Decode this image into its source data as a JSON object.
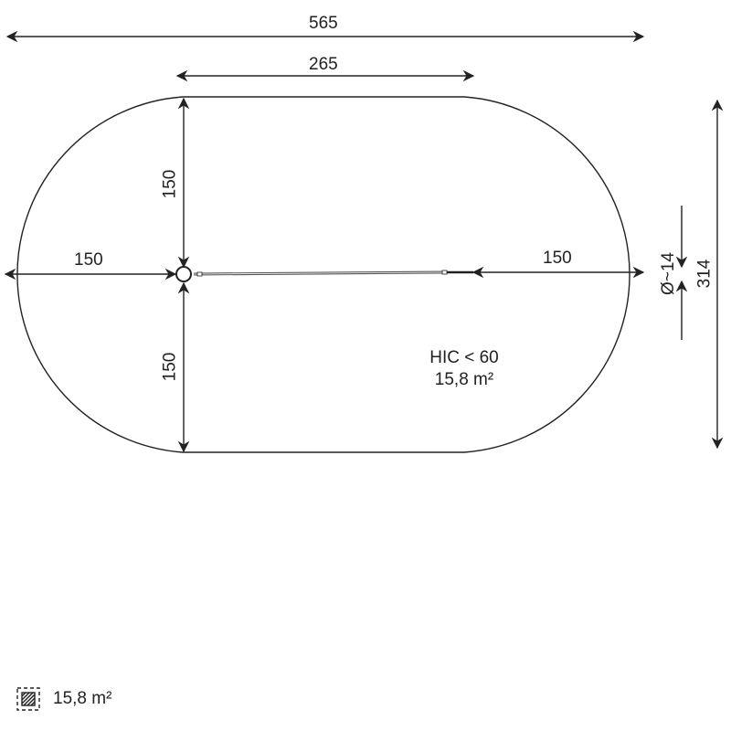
{
  "dimensions": {
    "total_length": "565",
    "straight_length": "265",
    "radius_top": "150",
    "radius_bottom": "150",
    "radius_left": "150",
    "radius_right": "150",
    "total_width": "314",
    "diameter": "Ø~14"
  },
  "surface": {
    "hic": "HIC < 60",
    "area": "15,8 m²"
  },
  "legend": {
    "icon": "hatched-area-icon",
    "area": "15,8 m²"
  },
  "colors": {
    "line": "#222222",
    "background": "#ffffff"
  }
}
